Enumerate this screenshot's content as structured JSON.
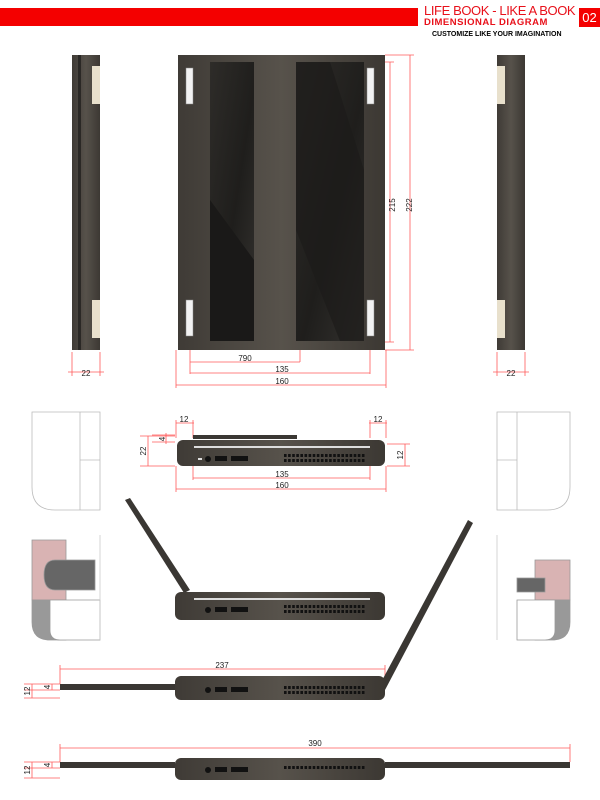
{
  "header": {
    "title": "LIFE BOOK - LIKE A BOOK",
    "subtitle": "DIMENSIONAL DIAGRAM",
    "page_number": "02",
    "tagline": "CUSTOMIZE LIKE YOUR IMAGINATION"
  },
  "dimensions": {
    "spine_left_width": "22",
    "spine_right_width": "22",
    "front_height_inner": "215",
    "front_height": "222",
    "front_panel_width": "790",
    "front_inner_width": "135",
    "front_width": "160",
    "closed_left_hinge": "12",
    "closed_right_hinge": "12",
    "closed_lid": "4",
    "closed_height": "22",
    "closed_base": "12",
    "closed_inner_width": "135",
    "closed_width": "160",
    "open_length": "237",
    "open_height": "12",
    "open_lid": "4",
    "flat_length": "390",
    "flat_height": "12",
    "flat_lid": "4"
  },
  "colors": {
    "accent": "#f40000",
    "wood": "#4a4640",
    "screen": "#262421",
    "dimension_line": "#ff4d4d",
    "detail_pink": "#d9b3b3"
  }
}
